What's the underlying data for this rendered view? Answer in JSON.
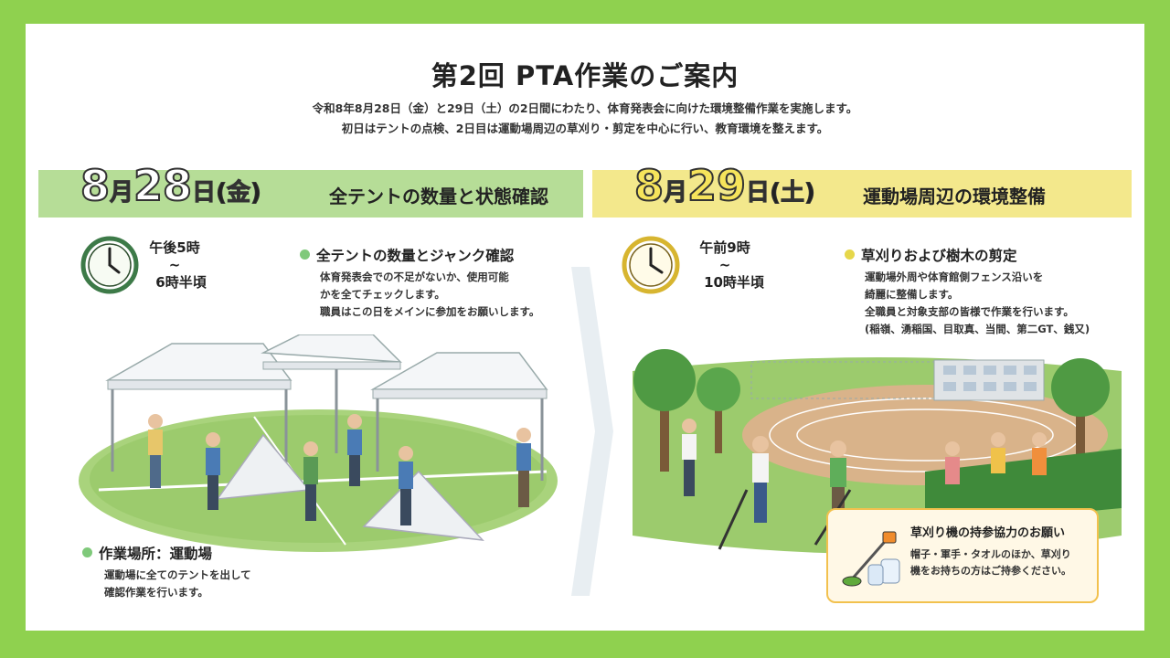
{
  "title": "第2回 PTA作業のご案内",
  "intro": {
    "line1": "令和8年8月28日（金）と29日（土）の2日間にわたり、体育発表会に向けた環境整備作業を実施します。",
    "line2": "初日はテントの点検、2日目は運動場周辺の草刈り・剪定を中心に行い、教育環境を整えます。"
  },
  "day1": {
    "month": "8",
    "month_suffix": "月",
    "day": "28",
    "day_suffix": "日",
    "weekday": "(金)",
    "headline": "全テントの数量と状態確認",
    "time_start": "午後5時",
    "time_tilde": "~",
    "time_end": "6時半頃",
    "task_title": "全テントの数量とジャンク確認",
    "task_lines": [
      "体育発表会での不足がないか、使用可能",
      "かを全てチェックします。",
      "職員はこの日をメインに参加をお願いします。"
    ],
    "place_title": "作業場所：運動場",
    "place_lines": [
      "運動場に全てのテントを出して",
      "確認作業を行います。"
    ]
  },
  "day2": {
    "month": "8",
    "month_suffix": "月",
    "day": "29",
    "day_suffix": "日",
    "weekday": "(土)",
    "headline": "運動場周辺の環境整備",
    "time_start": "午前9時",
    "time_tilde": "~",
    "time_end": "10時半頃",
    "task_title": "草刈りおよび樹木の剪定",
    "task_lines": [
      "運動場外周や体育館側フェンス沿いを",
      "綺麗に整備します。",
      "全職員と対象支部の皆様で作業を行います。",
      "(稲嶺、湧稲国、目取真、当間、第二GT、銭又)"
    ],
    "note_title": "草刈り機の持参協力のお願い",
    "note_lines": [
      "帽子・軍手・タオルのほか、草刈り",
      "機をお持ちの方はご持参ください。"
    ]
  },
  "colors": {
    "frame": "#8fd14f",
    "day1_banner": "#b6dd97",
    "day2_banner": "#f3e88c",
    "note_border": "#f2c14e"
  }
}
